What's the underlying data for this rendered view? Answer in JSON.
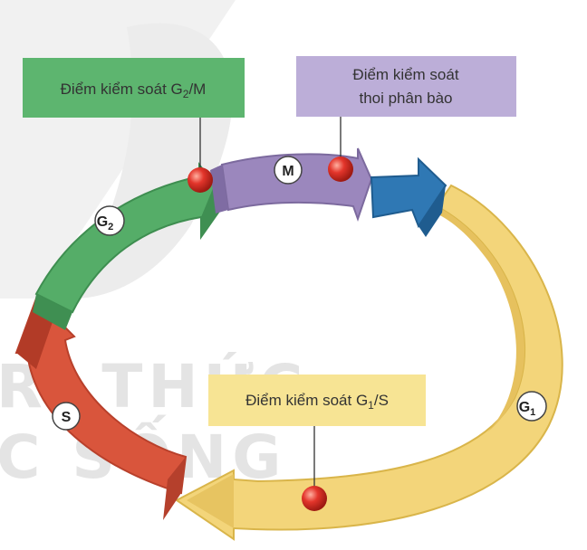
{
  "watermark": {
    "line1": "RI THỨC",
    "line2": "C SỐNG"
  },
  "checkpoints": {
    "g2m": {
      "prefix": "Điểm kiểm soát G",
      "sub": "2",
      "suffix": "/M",
      "color": "#5db56f"
    },
    "spindle": {
      "line1": "Điểm kiểm soát",
      "line2": "thoi phân bào",
      "color": "#bcaed8"
    },
    "g1s": {
      "prefix": "Điểm kiểm soát G",
      "sub": "1",
      "suffix": "/S",
      "color": "#f7e494"
    }
  },
  "phases": {
    "g1": {
      "main": "G",
      "sub": "1",
      "color": "#f3d57a"
    },
    "s": {
      "main": "S",
      "sub": "",
      "color": "#d9553c"
    },
    "g2": {
      "main": "G",
      "sub": "2",
      "color": "#55ad68"
    },
    "m": {
      "main": "M",
      "sub": "",
      "color": "#9b87bd"
    },
    "cytokinesis": {
      "color": "#2f78b4"
    }
  },
  "checkpoint_marker_color": "#e3352b"
}
